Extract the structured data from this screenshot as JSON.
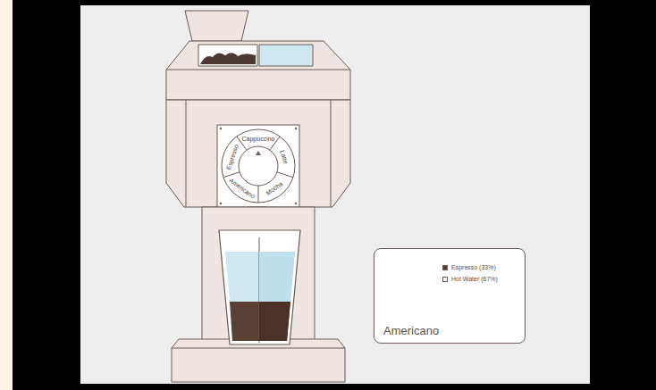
{
  "diagram": {
    "nodes": [
      {
        "text": [
          "Americano"
        ]
      }
    ],
    "labels": [
      "Cappuccino",
      "Latte",
      "Mocha",
      "Americano",
      "Espresso"
    ],
    "legend": [
      {
        "text": "Espresso (33%)",
        "color": "#5a3f35"
      },
      {
        "text": "Hot Water (67%)",
        "color": "#ffffff"
      }
    ]
  }
}
